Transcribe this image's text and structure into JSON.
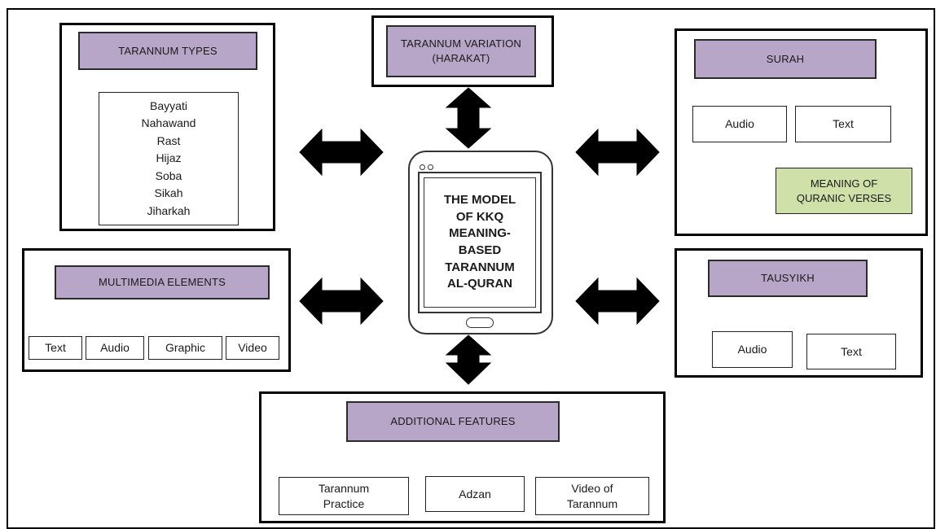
{
  "center": {
    "lines": "THE MODEL\nOF KKQ\nMEANING-\nBASED\nTARANNUM\nAL-QURAN"
  },
  "tarannum_types": {
    "title": "TARANNUM TYPES",
    "items": [
      "Bayyati",
      "Nahawand",
      "Rast",
      "Hijaz",
      "Soba",
      "Sikah",
      "Jiharkah"
    ]
  },
  "tarannum_variation": {
    "title": "TARANNUM VARIATION\n(HARAKAT)"
  },
  "surah": {
    "title": "SURAH",
    "audio": "Audio",
    "text": "Text",
    "meaning": "MEANING OF\nQURANIC VERSES"
  },
  "multimedia": {
    "title": "MULTIMEDIA ELEMENTS",
    "items": [
      "Text",
      "Audio",
      "Graphic",
      "Video"
    ]
  },
  "tausyikh": {
    "title": "TAUSYIKH",
    "audio": "Audio",
    "text": "Text"
  },
  "additional": {
    "title": "ADDITIONAL FEATURES",
    "items": [
      "Tarannum\nPractice",
      "Adzan",
      "Video of\nTarannum"
    ]
  },
  "colors": {
    "title_fill": "#b8a6c9",
    "meaning_fill": "#cfe0a8",
    "arrow": "#000000"
  }
}
